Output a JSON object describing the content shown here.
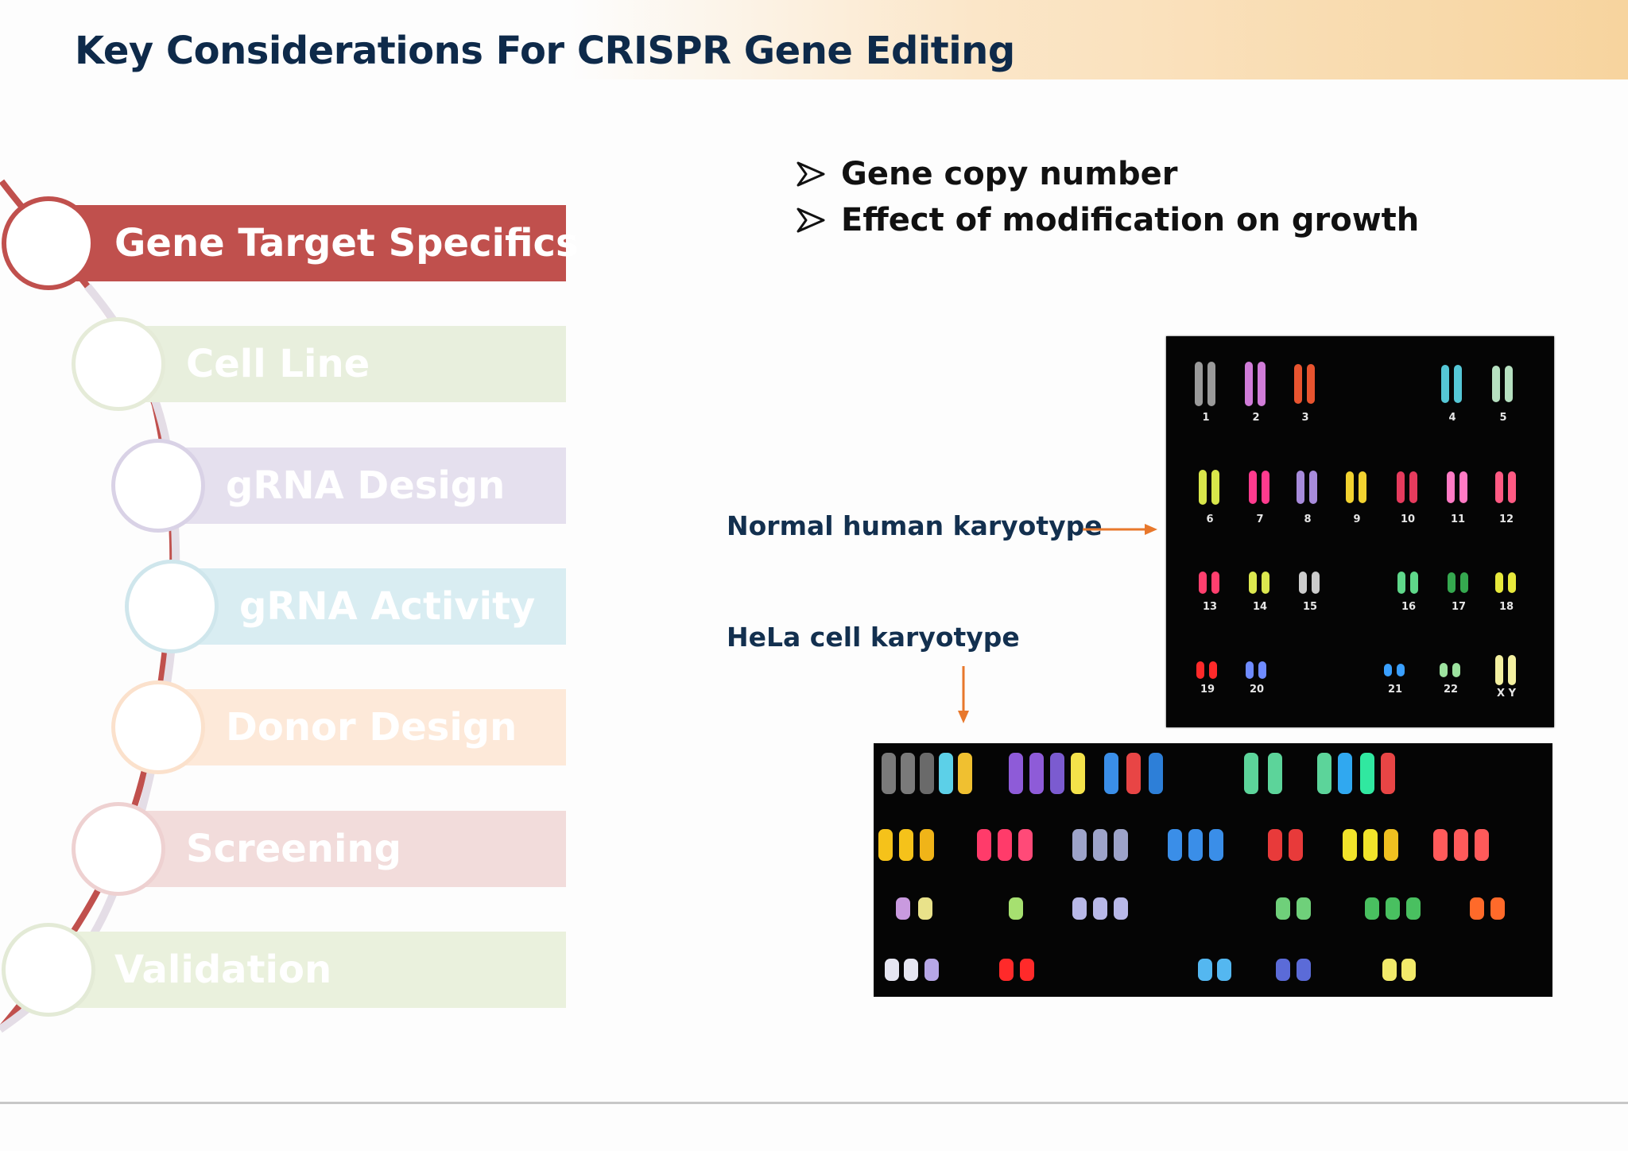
{
  "title": "Key Considerations For CRISPR Gene Editing",
  "steps": [
    {
      "label": "Gene Target Specifics",
      "color": "#c0504d",
      "active": true
    },
    {
      "label": "Cell Line",
      "color": "#e8efdd",
      "active": false
    },
    {
      "label": "gRNA Design",
      "color": "#e5e0ee",
      "active": false
    },
    {
      "label": "gRNA Activity",
      "color": "#d9edf2",
      "active": false
    },
    {
      "label": "Donor Design",
      "color": "#fde9d9",
      "active": false
    },
    {
      "label": "Screening",
      "color": "#f2dcdb",
      "active": false
    },
    {
      "label": "Validation",
      "color": "#eaf1dd",
      "active": false
    }
  ],
  "bullets": [
    {
      "text": "Gene copy number",
      "icon": "arrow-bullet-icon"
    },
    {
      "text": "Effect of modification on growth",
      "icon": "arrow-bullet-icon"
    }
  ],
  "labels": {
    "normal": "Normal human karyotype",
    "hela": "HeLa cell karyotype"
  },
  "normal_karyotype": {
    "numbers": [
      "1",
      "2",
      "3",
      "4",
      "5",
      "6",
      "7",
      "8",
      "9",
      "10",
      "11",
      "12",
      "13",
      "14",
      "15",
      "16",
      "17",
      "18",
      "19",
      "20",
      "21",
      "22",
      "X Y"
    ]
  },
  "colors": {
    "title": "#0e2a4a",
    "arrow": "#e8782c",
    "karyotype_bg": "#050505"
  }
}
